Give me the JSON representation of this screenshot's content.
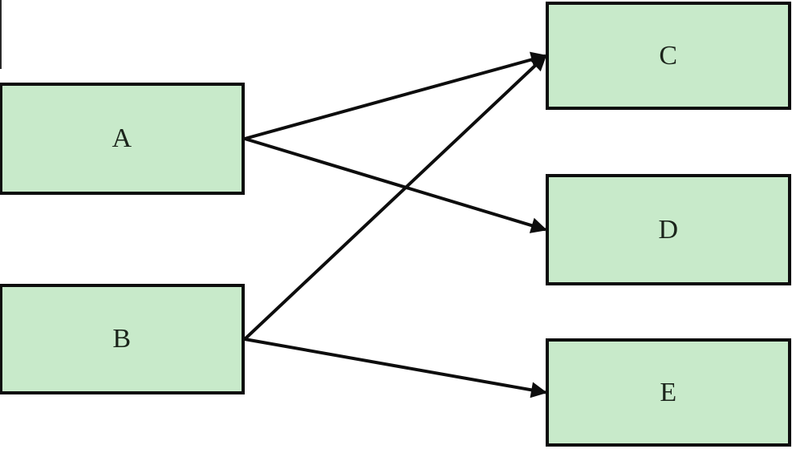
{
  "diagram": {
    "background_color": "#ffffff",
    "node_fill_color": "#c8eaca",
    "node_border_color": "#0d0d0d",
    "arrow_color": "#0d0d0d",
    "text_color": "#1b241b",
    "nodes": [
      {
        "id": "A",
        "label": "A"
      },
      {
        "id": "B",
        "label": "B"
      },
      {
        "id": "C",
        "label": "C"
      },
      {
        "id": "D",
        "label": "D"
      },
      {
        "id": "E",
        "label": "E"
      }
    ],
    "edges": [
      {
        "from": "A",
        "to": "C"
      },
      {
        "from": "A",
        "to": "D"
      },
      {
        "from": "B",
        "to": "C"
      },
      {
        "from": "B",
        "to": "E"
      }
    ]
  }
}
